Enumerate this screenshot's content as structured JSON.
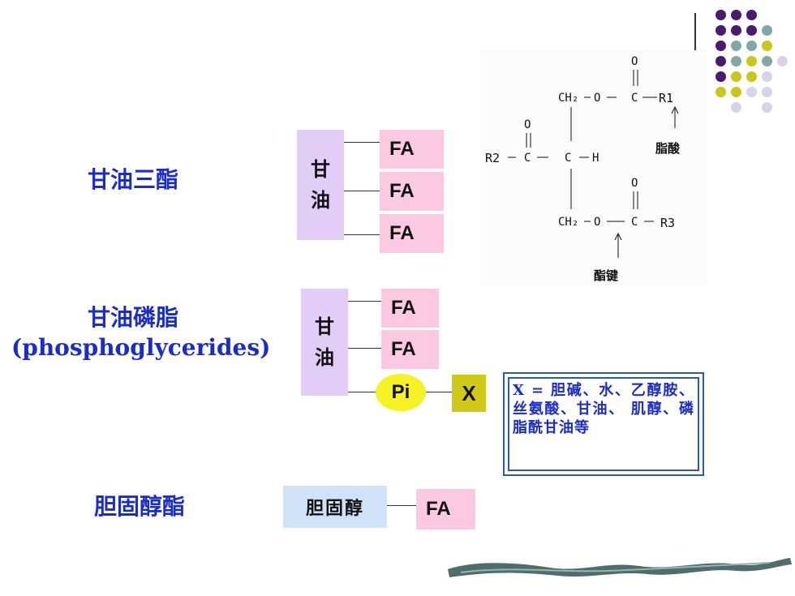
{
  "labels": {
    "triglyceride": "甘油三酯",
    "phosphoglyceride": "甘油磷脂",
    "phosphoglyceride_en": "(phosphoglycerides)",
    "cholesterol_ester": "胆固醇酯"
  },
  "triglyceride_diagram": {
    "glycerol_line1": "甘",
    "glycerol_line2": "油",
    "fa": [
      "FA",
      "FA",
      "FA"
    ]
  },
  "phospho_diagram": {
    "glycerol_line1": "甘",
    "glycerol_line2": "油",
    "fa": [
      "FA",
      "FA"
    ],
    "pi": "Pi",
    "x": "X"
  },
  "note": {
    "text": "X = 胆碱、水、乙醇胺、丝氨酸、甘油、 肌醇、磷脂酰甘油等"
  },
  "cholesterol_diagram": {
    "cholesterol": "胆固醇",
    "fa": "FA"
  },
  "structure": {
    "o_top": "O",
    "ch2_top": "CH₂",
    "o_mid1": "O",
    "c1": "C",
    "r1": "R1",
    "fatty_acid_label": "脂酸",
    "o_left": "O",
    "r2": "R2",
    "c2": "C",
    "c_center": "C",
    "h": "H",
    "o_bottom_c": "O",
    "ch2_bottom": "CH₂",
    "o_mid3": "O",
    "c3": "C",
    "r3": "R3",
    "ester_bond_label": "酯键"
  },
  "colors": {
    "label_blue": "#1a2cc9",
    "glycerol_purple": "#e2cdf6",
    "fa_pink": "#fbc9e2",
    "pi_yellow": "#f6f226",
    "x_olive": "#d0c91a",
    "cholesterol_blue": "#cfe2f8",
    "dot_purple": "#4a1a6e",
    "dot_teal": "#7fa9a6",
    "dot_olive": "#c9c81a",
    "dot_lavender": "#d6d4ea"
  }
}
